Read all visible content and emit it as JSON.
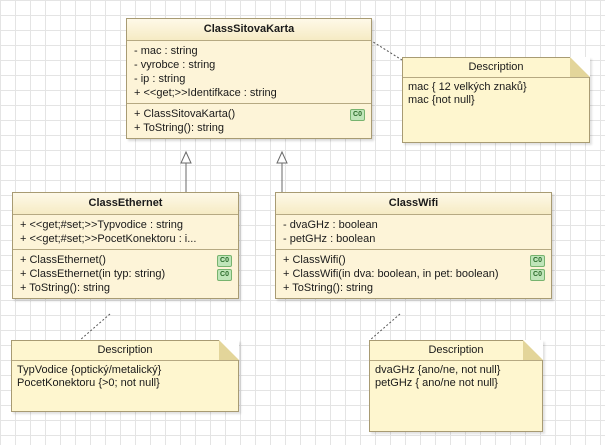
{
  "classes": {
    "sitova_karta": {
      "name": "ClassSitovaKarta",
      "attributes": [
        "- mac : string",
        "- vyrobce : string",
        "- ip : string",
        "+ <<get;>>Identifkace : string"
      ],
      "operations": [
        {
          "text": "+ ClassSitovaKarta()",
          "badge": "C0"
        },
        {
          "text": "+ ToString(): string",
          "badge": ""
        }
      ]
    },
    "ethernet": {
      "name": "ClassEthernet",
      "attributes": [
        "+ <<get;#set;>>Typvodice : string",
        "+ <<get;#set;>>PocetKonektoru : i..."
      ],
      "operations": [
        {
          "text": "+ ClassEthernet()",
          "badge": "C0"
        },
        {
          "text": "+ ClassEthernet(in typ: string)",
          "badge": "C0"
        },
        {
          "text": "+ ToString(): string",
          "badge": ""
        }
      ]
    },
    "wifi": {
      "name": "ClassWifi",
      "attributes": [
        "- dvaGHz : boolean",
        "- petGHz : boolean"
      ],
      "operations": [
        {
          "text": "+ ClassWifi()",
          "badge": "C0"
        },
        {
          "text": "+ ClassWifi(in dva: boolean, in pet: boolean)",
          "badge": "C0"
        },
        {
          "text": "+ ToString(): string",
          "badge": ""
        }
      ]
    }
  },
  "notes": {
    "karta": {
      "title": "Description",
      "lines": [
        "mac { 12 velkých znaků}",
        "mac {not null}"
      ]
    },
    "ethernet": {
      "title": "Description",
      "lines": [
        "TypVodice {optický/metalický}",
        "PocetKonektoru {>0; not null}"
      ]
    },
    "wifi": {
      "title": "Description",
      "lines": [
        "dvaGHz {ano/ne,  not null}",
        "petGHz { ano/ne not null}"
      ]
    }
  }
}
